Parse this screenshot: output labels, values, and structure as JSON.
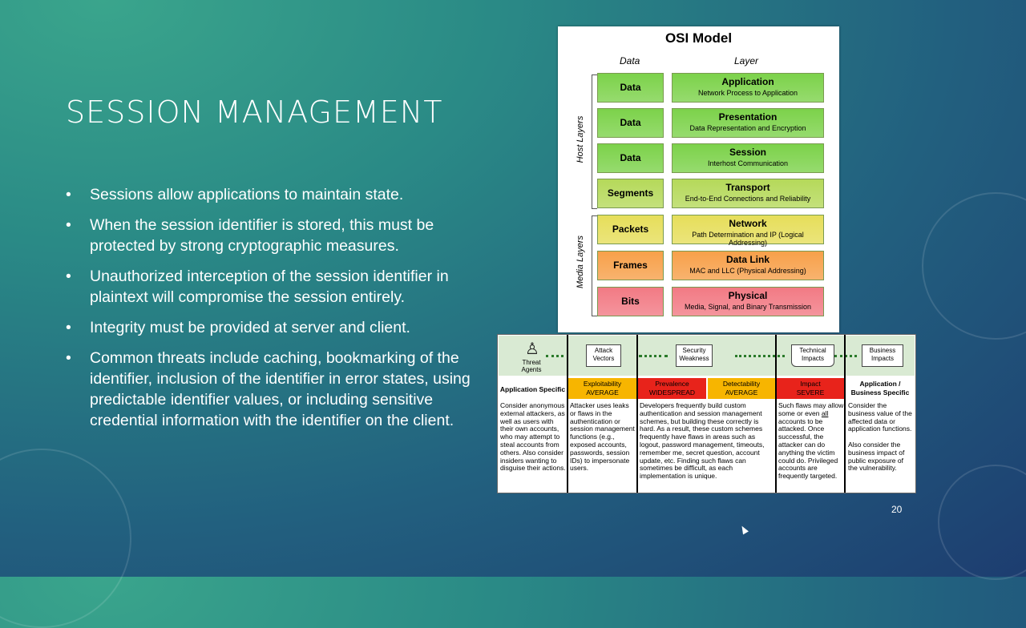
{
  "slide": {
    "title": "SESSION MANAGEMENT",
    "bullets": [
      "Sessions allow applications to maintain state.",
      "When the session identifier is stored, this must be protected by strong cryptographic measures.",
      "Unauthorized interception of the session identifier in plaintext will compromise the session entirely.",
      "Integrity must be provided at server and client.",
      "Common threats include caching, bookmarking of the identifier, inclusion of the identifier in error states, using predictable identifier values, or including sensitive credential information with the identifier on the client."
    ],
    "bullet_glyph": "•",
    "page_number": "20"
  },
  "osi": {
    "title": "OSI Model",
    "col_data": "Data",
    "col_layer": "Layer",
    "host_label": "Host Layers",
    "media_label": "Media Layers",
    "rows": [
      {
        "data": "Data",
        "name": "Application",
        "desc": "Network Process to Application",
        "color": "#7cd24a"
      },
      {
        "data": "Data",
        "name": "Presentation",
        "desc": "Data Representation and Encryption",
        "color": "#7cd24a"
      },
      {
        "data": "Data",
        "name": "Session",
        "desc": "Interhost Communication",
        "color": "#7cd24a"
      },
      {
        "data": "Segments",
        "name": "Transport",
        "desc": "End-to-End Connections and Reliability",
        "color": "#b5d95a"
      },
      {
        "data": "Packets",
        "name": "Network",
        "desc": "Path Determination and IP (Logical Addressing)",
        "color": "#e6de5a"
      },
      {
        "data": "Frames",
        "name": "Data Link",
        "desc": "MAC and LLC (Physical Addressing)",
        "color": "#f7a04a"
      },
      {
        "data": "Bits",
        "name": "Physical",
        "desc": "Media, Signal, and Binary Transmission",
        "color": "#f27a84"
      }
    ]
  },
  "risk": {
    "flow": {
      "threat_agents": "Threat Agents",
      "attack_vectors": "Attack Vectors",
      "security_weakness": "Security Weakness",
      "technical_impacts": "Technical Impacts",
      "business_impacts": "Business Impacts"
    },
    "headers": {
      "app_specific": "Application Specific",
      "exploitability": "Exploitability",
      "exploitability_val": "AVERAGE",
      "prevalence": "Prevalence",
      "prevalence_val": "WIDESPREAD",
      "detectability": "Detectability",
      "detectability_val": "AVERAGE",
      "impact": "Impact",
      "impact_val": "SEVERE",
      "app_business": "Application / Business Specific"
    },
    "colors": {
      "orange": "#f7b500",
      "red": "#e8231b",
      "green": "#d9ead3"
    },
    "body": {
      "threat": "Consider anonymous external attackers, as well as users with their own accounts, who may attempt to steal accounts from others. Also consider insiders wanting to disguise their actions.",
      "attack": "Attacker uses leaks or flaws in the authentication or session management functions (e.g., exposed accounts, passwords, session IDs) to impersonate users.",
      "weakness": "Developers frequently build custom authentication and session management schemes, but building these correctly is hard. As a result, these custom schemes frequently have flaws in areas such as logout, password management, timeouts, remember me, secret question, account update, etc. Finding such flaws can sometimes be difficult, as each implementation is unique.",
      "technical_a": "Such flaws may allow some or even ",
      "technical_all": "all",
      "technical_b": " accounts to be attacked. Once successful, the attacker can do anything the victim could do. Privileged accounts are frequently targeted.",
      "business_1": "Consider the business value of the affected data or application functions.",
      "business_2": "Also consider the business impact of public exposure of the vulnerability."
    }
  }
}
